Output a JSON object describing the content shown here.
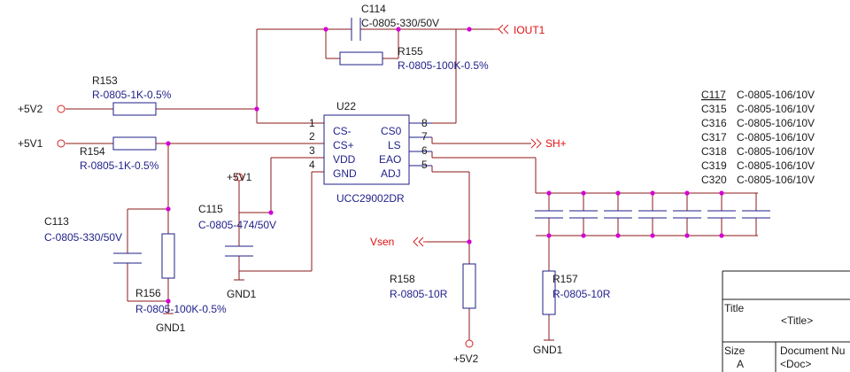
{
  "nets": {
    "v5v2": "+5V2",
    "v5v1": "+5V1",
    "iout1": "IOUT1",
    "sh": "SH+",
    "vsen": "Vsen",
    "gnd1": "GND1"
  },
  "components": {
    "c114": {
      "ref": "C114",
      "value": "C-0805-330/50V"
    },
    "r155": {
      "ref": "R155",
      "value": "R-0805-100K-0.5%"
    },
    "r153": {
      "ref": "R153",
      "value": "R-0805-1K-0.5%"
    },
    "r154": {
      "ref": "R154",
      "value": "R-0805-1K-0.5%"
    },
    "c113": {
      "ref": "C113",
      "value": "C-0805-330/50V"
    },
    "r156": {
      "ref": "R156",
      "value": "R-0805-100K-0.5%"
    },
    "c115": {
      "ref": "C115",
      "value": "C-0805-474/50V"
    },
    "r158": {
      "ref": "R158",
      "value": "R-0805-10R"
    },
    "r157": {
      "ref": "R157",
      "value": "R-0805-10R"
    }
  },
  "u22": {
    "ref": "U22",
    "part": "UCC29002DR",
    "pins_left": [
      {
        "num": "1",
        "name": "CS-"
      },
      {
        "num": "2",
        "name": "CS+"
      },
      {
        "num": "3",
        "name": "VDD"
      },
      {
        "num": "4",
        "name": "GND"
      }
    ],
    "pins_right": [
      {
        "num": "8",
        "name": "CS0"
      },
      {
        "num": "7",
        "name": "LS"
      },
      {
        "num": "6",
        "name": "EAO"
      },
      {
        "num": "5",
        "name": "ADJ"
      }
    ]
  },
  "cap_bank": [
    {
      "ref": "C117",
      "value": "C-0805-106/10V"
    },
    {
      "ref": "C315",
      "value": "C-0805-106/10V"
    },
    {
      "ref": "C316",
      "value": "C-0805-106/10V"
    },
    {
      "ref": "C317",
      "value": "C-0805-106/10V"
    },
    {
      "ref": "C318",
      "value": "C-0805-106/10V"
    },
    {
      "ref": "C319",
      "value": "C-0805-106/10V"
    },
    {
      "ref": "C320",
      "value": "C-0805-106/10V"
    }
  ],
  "title_block": {
    "title_label": "Title",
    "title_value": "<Title>",
    "size_label": "Size",
    "size_value": "A",
    "docnum_label": "Document Nu",
    "doc_value": "<Doc>"
  },
  "colors": {
    "wire": "#8b1a1a",
    "component": "#1f1f8a",
    "junction": "#d400d4",
    "net_port": "#e01010"
  }
}
